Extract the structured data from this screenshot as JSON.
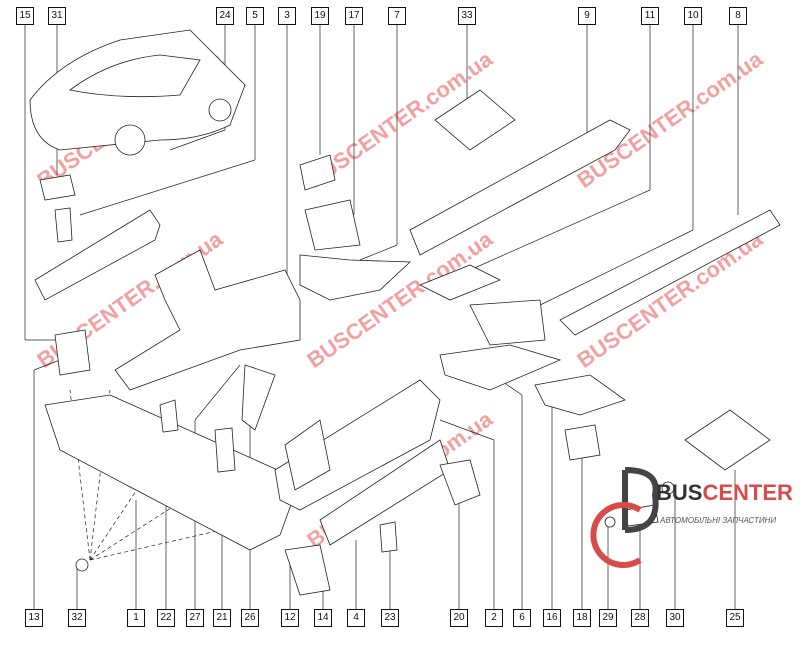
{
  "diagram": {
    "top_labels": [
      "15",
      "31",
      "24",
      "5",
      "3",
      "19",
      "17",
      "7",
      "33",
      "9",
      "11",
      "10",
      "8"
    ],
    "bottom_labels": [
      "13",
      "32",
      "1",
      "22",
      "27",
      "21",
      "26",
      "12",
      "14",
      "4",
      "23",
      "20",
      "2",
      "6",
      "16",
      "18",
      "29",
      "28",
      "30",
      "25"
    ]
  },
  "watermark": {
    "text": "BUSCENTER.com.ua",
    "color": "#e86a6a"
  },
  "logo": {
    "prefix": "BUS",
    "highlight": "CENTER",
    "tagline": "АВТОМОБІЛЬНІ ЗАПЧАСТИНИ",
    "accent": "#d94b4b"
  }
}
